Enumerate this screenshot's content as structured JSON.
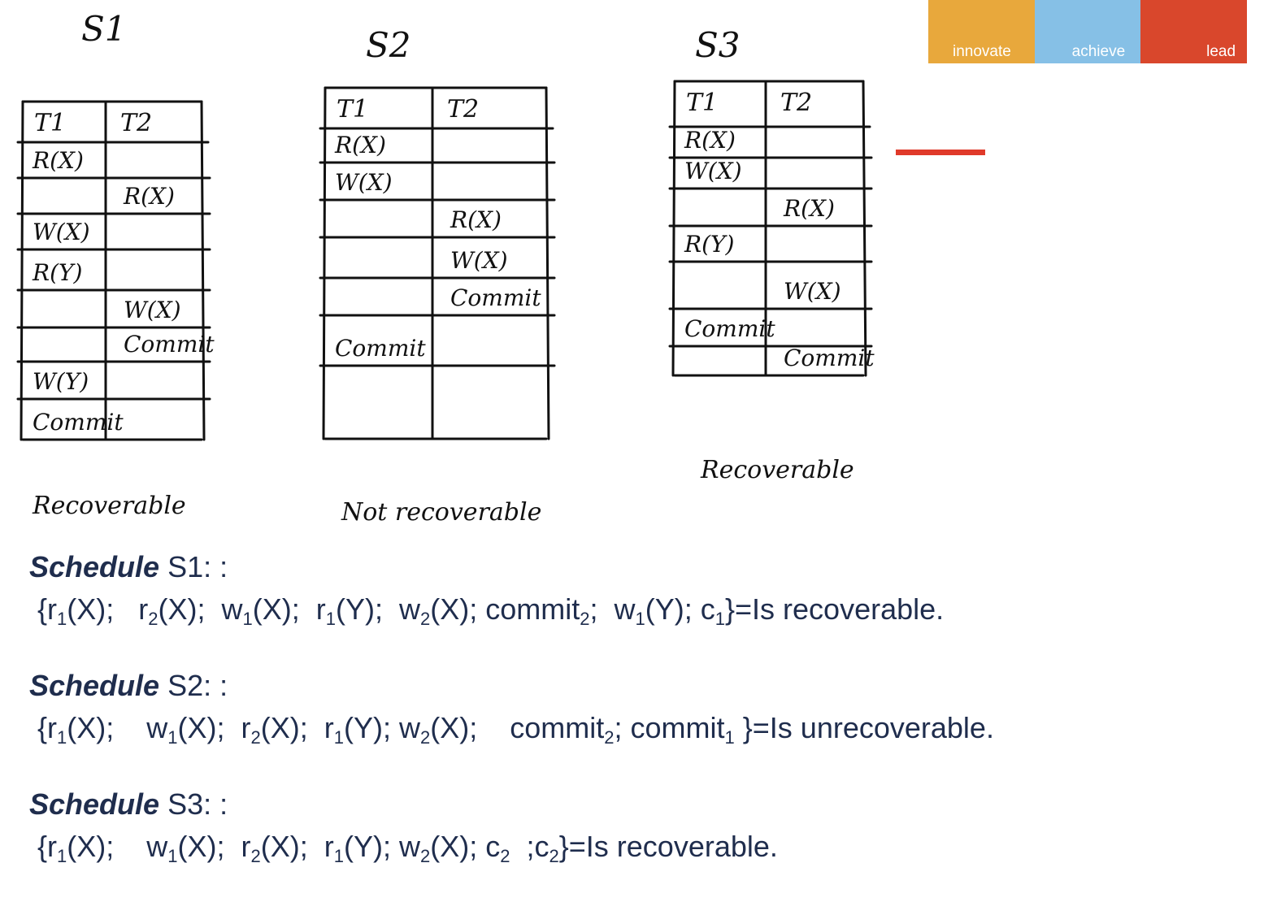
{
  "logo": {
    "innovate": "innovate",
    "achieve": "achieve",
    "lead": "lead"
  },
  "sketch": {
    "s1": {
      "heading": "S1",
      "col_t1": "T1",
      "col_t2": "T2",
      "rows": [
        [
          "R(X)",
          ""
        ],
        [
          "",
          "R(X)"
        ],
        [
          "W(X)",
          ""
        ],
        [
          "R(Y)",
          ""
        ],
        [
          "",
          "W(X)"
        ],
        [
          "",
          "Commit"
        ],
        [
          "W(Y)",
          ""
        ],
        [
          "Commit",
          ""
        ]
      ],
      "verdict": "Recoverable"
    },
    "s2": {
      "heading": "S2",
      "col_t1": "T1",
      "col_t2": "T2",
      "rows": [
        [
          "R(X)",
          ""
        ],
        [
          "W(X)",
          ""
        ],
        [
          "",
          "R(X)"
        ],
        [
          "",
          "W(X)"
        ],
        [
          "",
          "Commit"
        ],
        [
          "Commit",
          ""
        ],
        [
          "",
          ""
        ]
      ],
      "verdict": "Not recoverable"
    },
    "s3": {
      "heading": "S3",
      "col_t1": "T1",
      "col_t2": "T2",
      "rows": [
        [
          "R(X)",
          ""
        ],
        [
          "W(X)",
          ""
        ],
        [
          "",
          "R(X)"
        ],
        [
          "R(Y)",
          ""
        ],
        [
          "",
          "W(X)"
        ],
        [
          "Commit",
          ""
        ],
        [
          "",
          "Commit"
        ]
      ],
      "verdict": "Recoverable"
    }
  },
  "schedules": [
    {
      "label": "Schedule",
      "name": "S1: :",
      "ops": [
        {
          "t": "{r"
        },
        {
          "s": "1"
        },
        {
          "t": "(X);   r"
        },
        {
          "s": "2"
        },
        {
          "t": "(X);  w"
        },
        {
          "s": "1"
        },
        {
          "t": "(X);  r"
        },
        {
          "s": "1"
        },
        {
          "t": "(Y);  w"
        },
        {
          "s": "2"
        },
        {
          "t": "(X); commit"
        },
        {
          "s": "2"
        },
        {
          "t": ";  w"
        },
        {
          "s": "1"
        },
        {
          "t": "(Y); c"
        },
        {
          "s": "1"
        },
        {
          "t": "}=Is recoverable."
        }
      ]
    },
    {
      "label": "Schedule",
      "name": "S2: :",
      "ops": [
        {
          "t": "{r"
        },
        {
          "s": "1"
        },
        {
          "t": "(X);    w"
        },
        {
          "s": "1"
        },
        {
          "t": "(X);  r"
        },
        {
          "s": "2"
        },
        {
          "t": "(X);  r"
        },
        {
          "s": "1"
        },
        {
          "t": "(Y); w"
        },
        {
          "s": "2"
        },
        {
          "t": "(X);    commit"
        },
        {
          "s": "2"
        },
        {
          "t": "; commit"
        },
        {
          "s": "1"
        },
        {
          "t": " }=Is unrecoverable."
        }
      ]
    },
    {
      "label": "Schedule",
      "name": "S3: :",
      "ops": [
        {
          "t": "{r"
        },
        {
          "s": "1"
        },
        {
          "t": "(X);    w"
        },
        {
          "s": "1"
        },
        {
          "t": "(X);  r"
        },
        {
          "s": "2"
        },
        {
          "t": "(X);  r"
        },
        {
          "s": "1"
        },
        {
          "t": "(Y); w"
        },
        {
          "s": "2"
        },
        {
          "t": "(X); c"
        },
        {
          "s": "2"
        },
        {
          "t": "  ;c"
        },
        {
          "s": "2"
        },
        {
          "t": "}=Is recoverable."
        }
      ]
    }
  ]
}
